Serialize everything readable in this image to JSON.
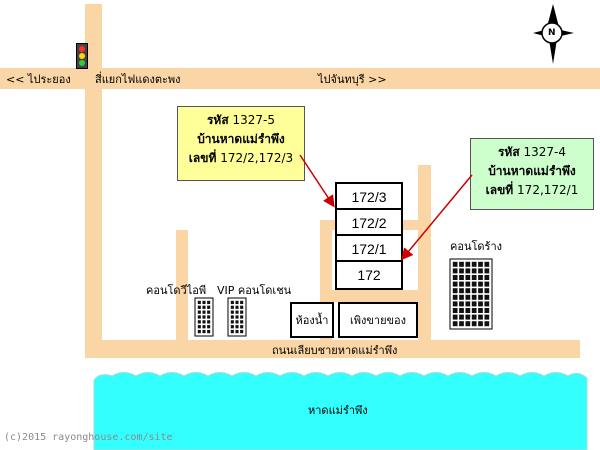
{
  "roads": {
    "west_label": "<< ไประยอง",
    "junction_label": "สี่แยกไฟแดงตะพง",
    "east_label": "ไปจันทบุรี >>",
    "beach_road_label": "ถนนเลียบชายหาดแม่รำพึง"
  },
  "buildings": {
    "condo_1": "คอนโดวีไอพี",
    "condo_2": "VIP คอนโดเชน",
    "condo_3": "คอนโดร้าง",
    "restroom": "ห้องน้ำ",
    "shop": "เพิงขายของ"
  },
  "units": [
    "172/3",
    "172/2",
    "172/1",
    "172"
  ],
  "info_left": {
    "line1_prefix": "รหัส",
    "line1_code": "1327-5",
    "line2": "บ้านหาดแม่รำพึง",
    "line3_prefix": "เลขที่",
    "line3_numbers": "172/2,172/3",
    "bg_color": "#ffff99"
  },
  "info_right": {
    "line1_prefix": "รหัส",
    "line1_code": "1327-4",
    "line2": "บ้านหาดแม่รำพึง",
    "line3_prefix": "เลขที่",
    "line3_numbers": "172,172/1",
    "bg_color": "#ccffcc"
  },
  "beach": {
    "label": "หาดแม่รำพึง",
    "color": "#33ffff"
  },
  "compass": {
    "label": "N"
  },
  "watermark": "(c)2015 rayonghouse.com/site",
  "colors": {
    "road": "#fad5a5",
    "arrow": "#cc0000"
  }
}
